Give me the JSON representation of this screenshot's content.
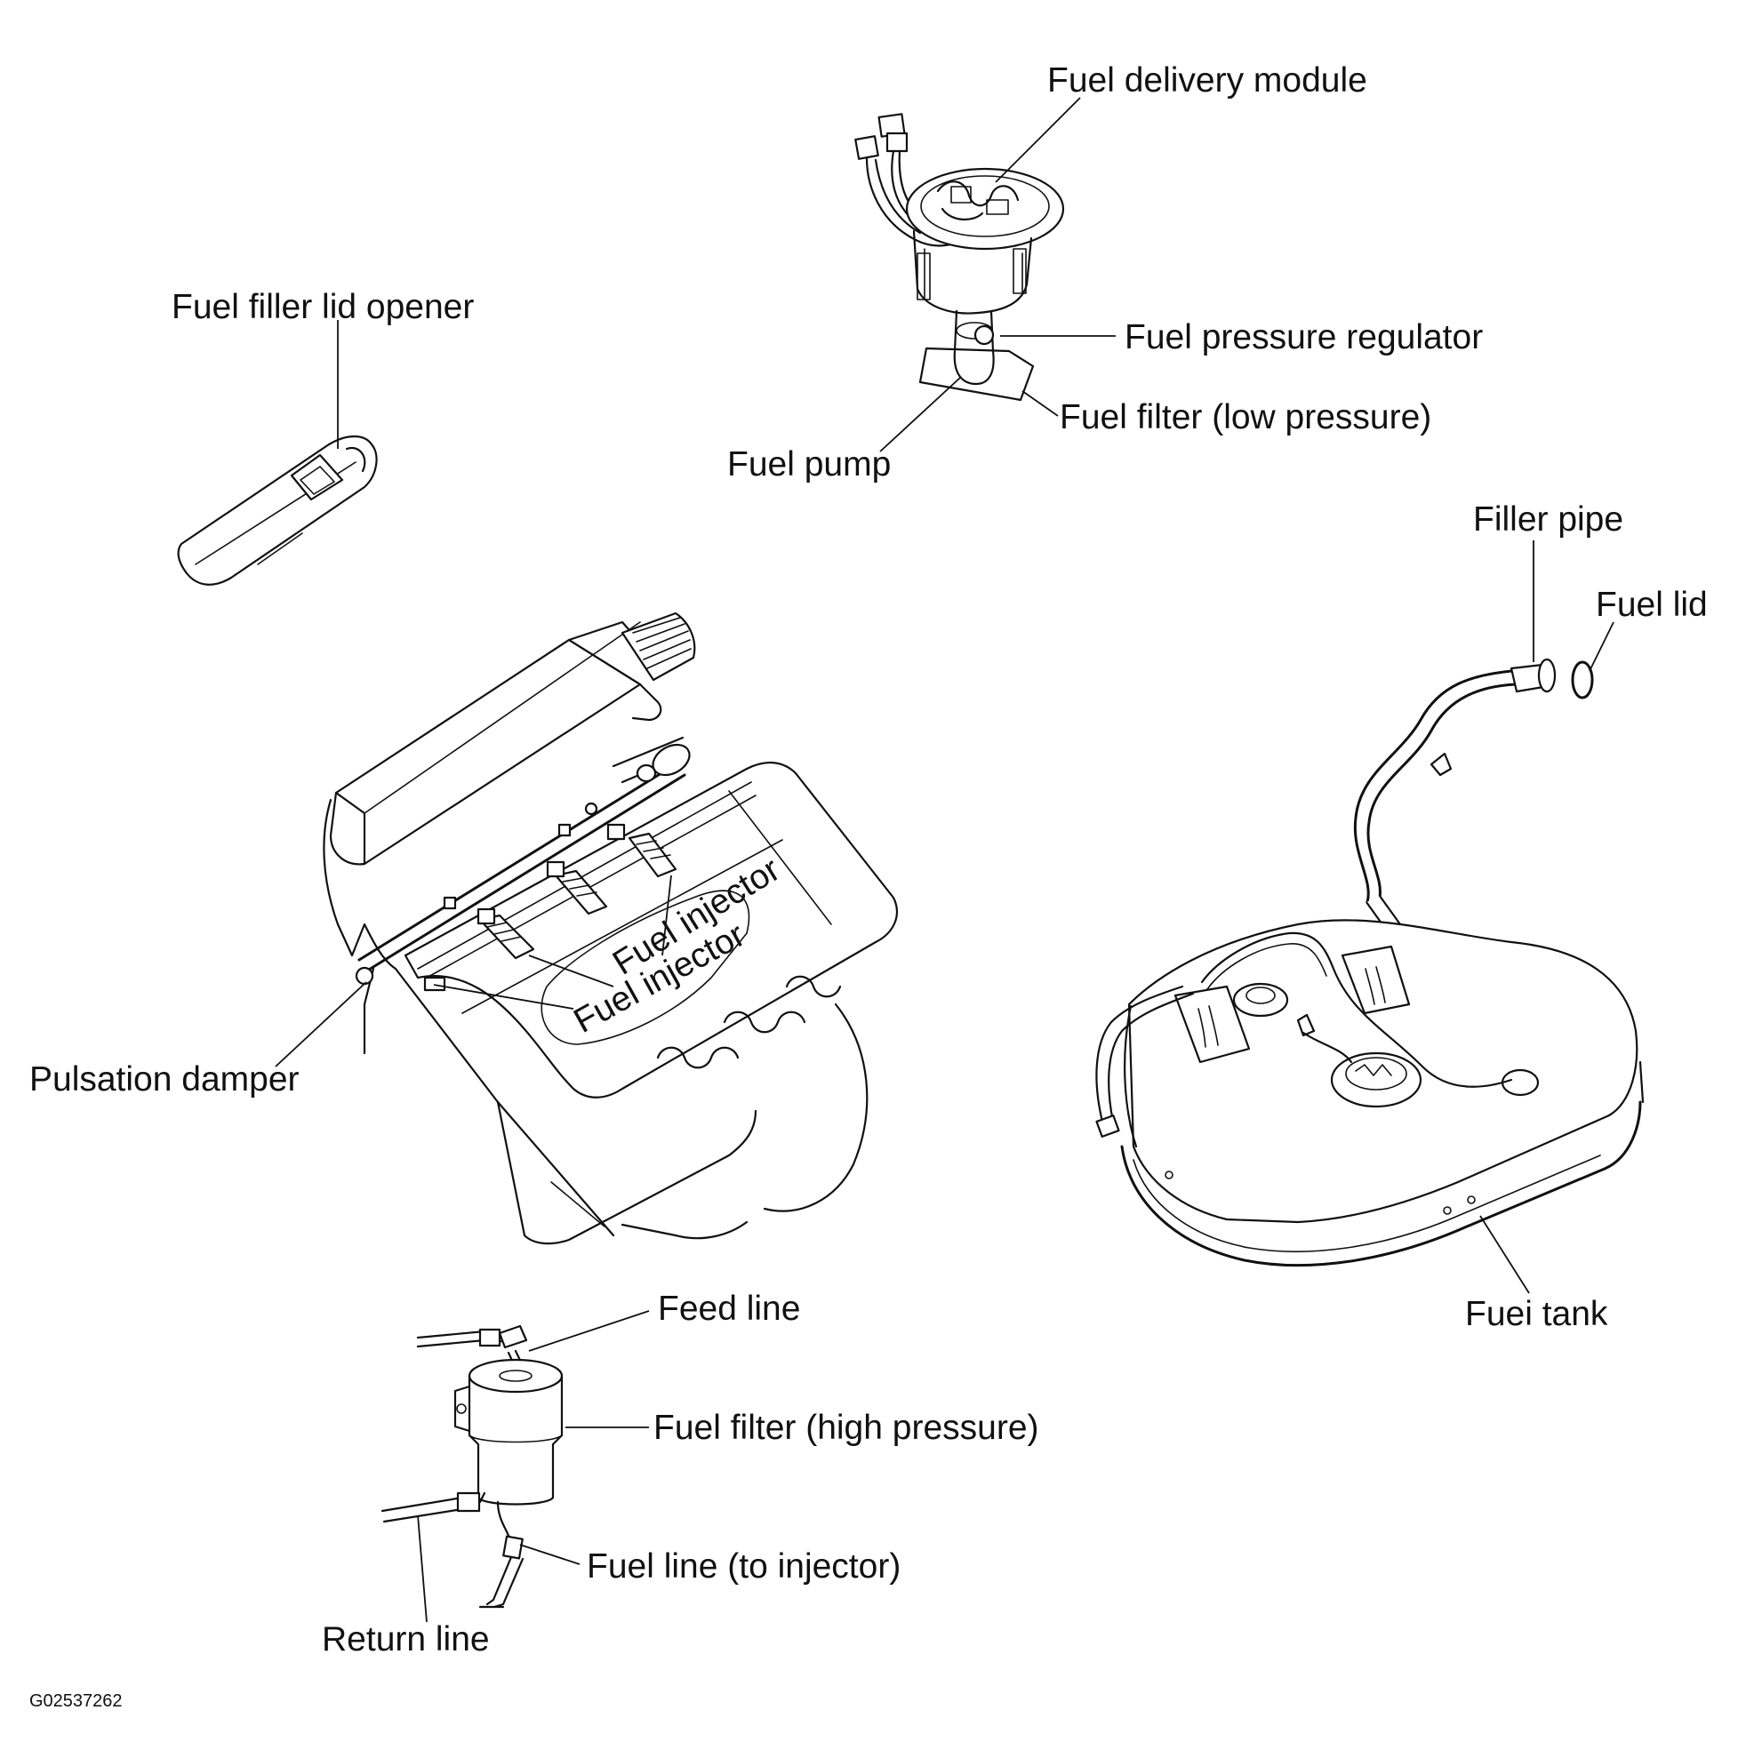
{
  "diagram": {
    "labels": {
      "fuel_delivery_module": "Fuel delivery module",
      "fuel_filler_lid_opener": "Fuel filler lid opener",
      "fuel_pressure_regulator": "Fuel pressure regulator",
      "fuel_filter_low": "Fuel filter (low pressure)",
      "fuel_pump": "Fuel pump",
      "filler_pipe": "Filler pipe",
      "fuel_lid": "Fuel lid",
      "fuel_injector_1": "Fuel injector",
      "fuel_injector_2": "Fuel injector",
      "pulsation_damper": "Pulsation damper",
      "fuel_tank": "Fuei tank",
      "feed_line": "Feed line",
      "fuel_filter_high": "Fuel filter (high pressure)",
      "fuel_line_to_injector": "Fuel line (to injector)",
      "return_line": "Return line"
    },
    "figure_code": "G02537262"
  }
}
